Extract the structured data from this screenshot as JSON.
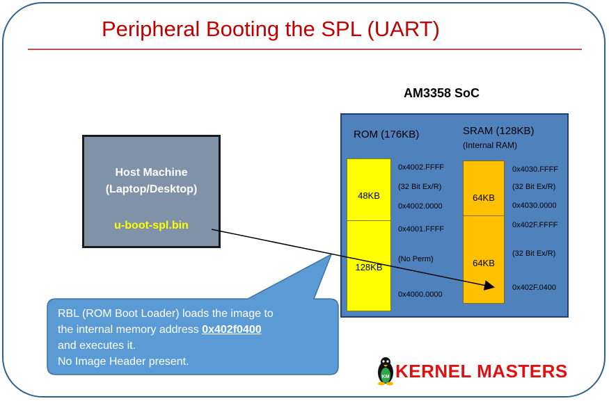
{
  "slide": {
    "title": "Peripheral Booting the SPL (UART)"
  },
  "soc": {
    "title": "AM3358 SoC",
    "rom": {
      "label": "ROM (176KB)",
      "blocks": [
        {
          "size": "48KB",
          "addr_top": "0x4002.FFFF",
          "perm": "(32 Bit Ex/R)",
          "addr_bottom": "0x4002.0000"
        },
        {
          "size": "128KB",
          "addr_top": "0x4001.FFFF",
          "perm": "(No Perm)",
          "addr_bottom": "0x4000.0000"
        }
      ]
    },
    "sram": {
      "label": "SRAM (128KB)",
      "sublabel": "(Internal RAM)",
      "blocks": [
        {
          "size": "64KB",
          "addr_top": "0x4030.FFFF",
          "perm": "(32 Bit Ex/R)",
          "addr_bottom": "0x4030.0000"
        },
        {
          "size": "64KB",
          "addr_top": "0x402F.FFFF",
          "perm": "(32 Bit Ex/R)",
          "addr_bottom": "0x402F.0400"
        }
      ]
    }
  },
  "host": {
    "title_line1": "Host Machine",
    "title_line2": "(Laptop/Desktop)",
    "file": "u-boot-spl.bin"
  },
  "callout": {
    "line1": "RBL (ROM Boot Loader) loads the image to",
    "line2_prefix": "the internal memory address ",
    "line2_address": "0x402f0400",
    "line3": "and executes it.",
    "line4": "No Image Header present."
  },
  "logo": {
    "text": "KERNEL MASTERS",
    "mascot_letters": "KM",
    "color": "#e01010"
  },
  "colors": {
    "title": "#c00000",
    "soc_box": "#4f81bd",
    "rom": "#ffff00",
    "sram": "#ffc000",
    "host_box": "#7f92a8",
    "callout": "#5b9bd5"
  }
}
